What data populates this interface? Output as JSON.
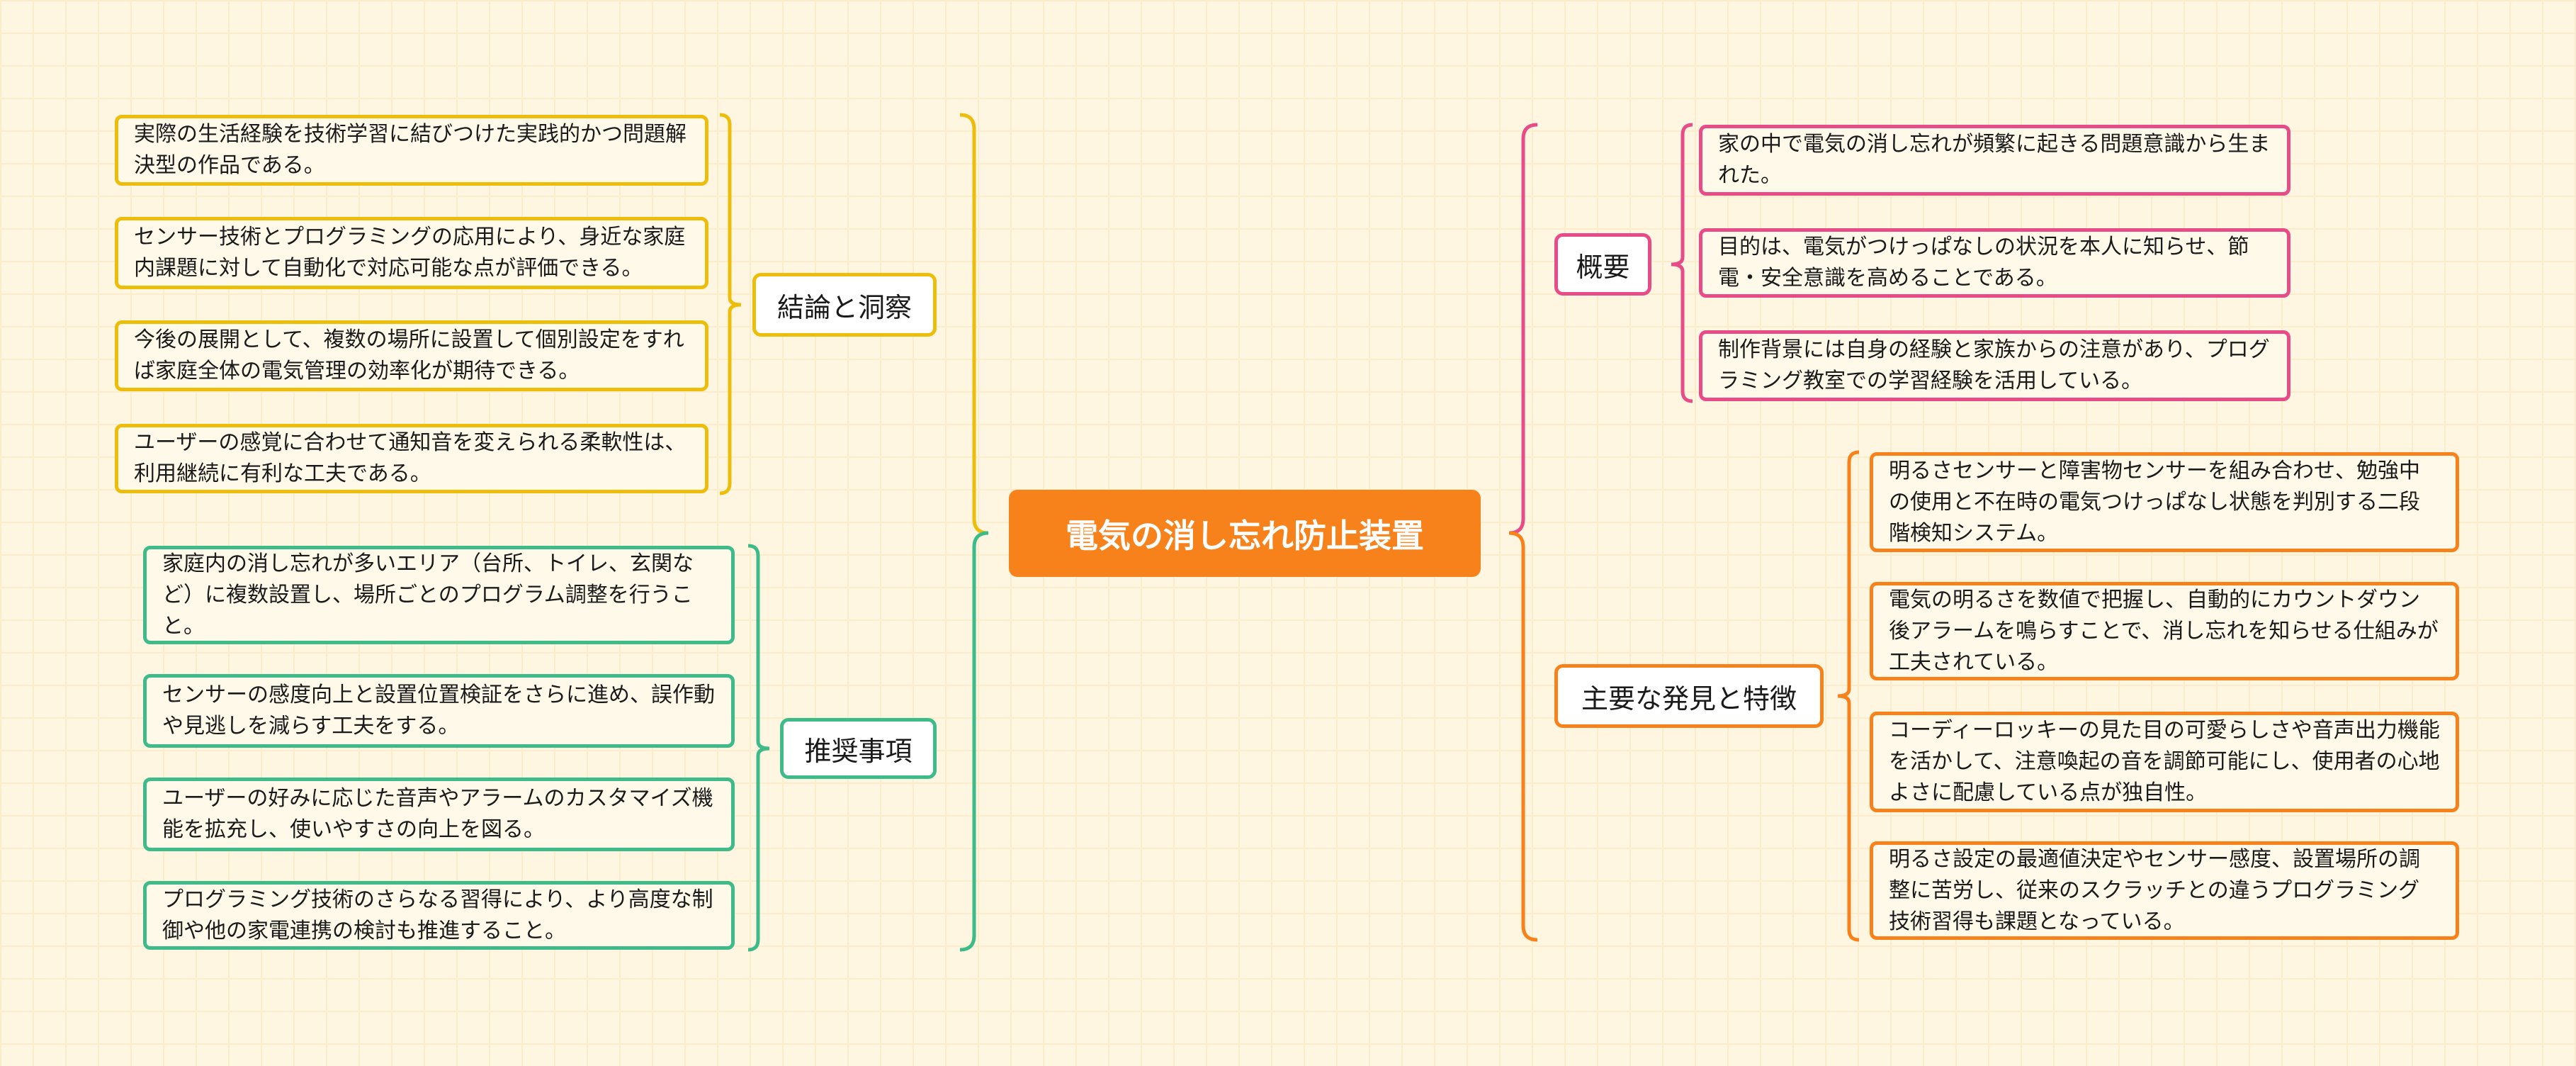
{
  "title": "電気の消し忘れ防止装置",
  "colors": {
    "conclusion": "#ecbd0a",
    "recommend": "#3dbb8a",
    "overview": "#e84c88",
    "findings": "#f7821b",
    "center": "#f7821b"
  },
  "branches": {
    "conclusion": {
      "label": "結論と洞察",
      "items": [
        "実際の生活経験を技術学習に結びつけた実践的かつ問題解決型の作品である。",
        "センサー技術とプログラミングの応用により、身近な家庭内課題に対して自動化で対応可能な点が評価できる。",
        "今後の展開として、複数の場所に設置して個別設定をすれば家庭全体の電気管理の効率化が期待できる。",
        "ユーザーの感覚に合わせて通知音を変えられる柔軟性は、利用継続に有利な工夫である。"
      ]
    },
    "recommend": {
      "label": "推奨事項",
      "items": [
        "家庭内の消し忘れが多いエリア（台所、トイレ、玄関など）に複数設置し、場所ごとのプログラム調整を行うこと。",
        "センサーの感度向上と設置位置検証をさらに進め、誤作動や見逃しを減らす工夫をする。",
        "ユーザーの好みに応じた音声やアラームのカスタマイズ機能を拡充し、使いやすさの向上を図る。",
        "プログラミング技術のさらなる習得により、より高度な制御や他の家電連携の検討も推進すること。"
      ]
    },
    "overview": {
      "label": "概要",
      "items": [
        "家の中で電気の消し忘れが頻繁に起きる問題意識から生まれた。",
        "目的は、電気がつけっぱなしの状況を本人に知らせ、節電・安全意識を高めることである。",
        "制作背景には自身の経験と家族からの注意があり、プログラミング教室での学習経験を活用している。"
      ]
    },
    "findings": {
      "label": "主要な発見と特徴",
      "items": [
        "明るさセンサーと障害物センサーを組み合わせ、勉強中の使用と不在時の電気つけっぱなし状態を判別する二段階検知システム。",
        "電気の明るさを数値で把握し、自動的にカウントダウン後アラームを鳴らすことで、消し忘れを知らせる仕組みが工夫されている。",
        "コーディーロッキーの見た目の可愛らしさや音声出力機能を活かして、注意喚起の音を調節可能にし、使用者の心地よさに配慮している点が独自性。",
        "明るさ設定の最適値決定やセンサー感度、設置場所の調整に苦労し、従来のスクラッチとの違うプログラミング技術習得も課題となっている。"
      ]
    }
  }
}
